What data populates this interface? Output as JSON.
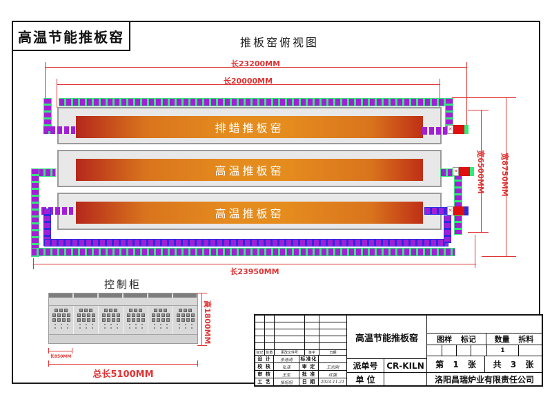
{
  "colors": {
    "dimension_red": "#e03333",
    "chain_purple": "#a21fd6",
    "chain_green": "#35e87a",
    "chain_blue": "#2a2ae0",
    "kiln_red": "#b5281b",
    "kiln_orange": "#e58c1e",
    "kiln_shell_gray": "#e8e8e8",
    "car_red": "#e01010",
    "line_black": "#1a1a1a"
  },
  "icons": {
    "coupler": "✕"
  },
  "header": {
    "product_title": "高温节能推板窑",
    "view_title": "推板窑俯视图"
  },
  "top_view": {
    "kiln_rows": [
      {
        "label": "排蜡推板窑"
      },
      {
        "label": "高温推板窑"
      },
      {
        "label": "高温推板窑"
      }
    ],
    "dimensions": {
      "outer_length": "长23200MM",
      "kiln_length": "长20000MM",
      "bottom_length": "长23950MM",
      "inner_width": "宽6500MM",
      "outer_width": "宽8750MM"
    }
  },
  "control_cabinet": {
    "title": "控制柜",
    "height_dim": "高1800MM",
    "panel_width_dim": "长850MM",
    "total_length_dim": "总长5100MM",
    "panel_count": 6
  },
  "title_block": {
    "revision_headers": [
      "标记",
      "处数",
      "更改文件号",
      "签字",
      "日期"
    ],
    "signature_rows": [
      {
        "role": "设 计",
        "name": "李浩涛",
        "role2": "标准化",
        "name2": ""
      },
      {
        "role": "校 核",
        "name": "弘泽",
        "role2": "审 定",
        "name2": "王志刚"
      },
      {
        "role": "审 核",
        "name": "王生",
        "role2": "批 准",
        "name2": "红强"
      },
      {
        "role": "工 艺",
        "name": "张培培",
        "role2": "日 期",
        "name2": "2024.11.21"
      }
    ],
    "drawing_title": "高温节能推板窑",
    "order_label": "派单号",
    "order_no": "CR-KILN",
    "unit_label": "单 位",
    "unit_value": "",
    "sample_label": "图样 标记",
    "qty_header": "数量 拆料",
    "qty_value": "1",
    "sheet_no": "第 1 张",
    "sheet_total": "共 3 张",
    "company": "洛阳昌瑞炉业有限责任公司"
  }
}
